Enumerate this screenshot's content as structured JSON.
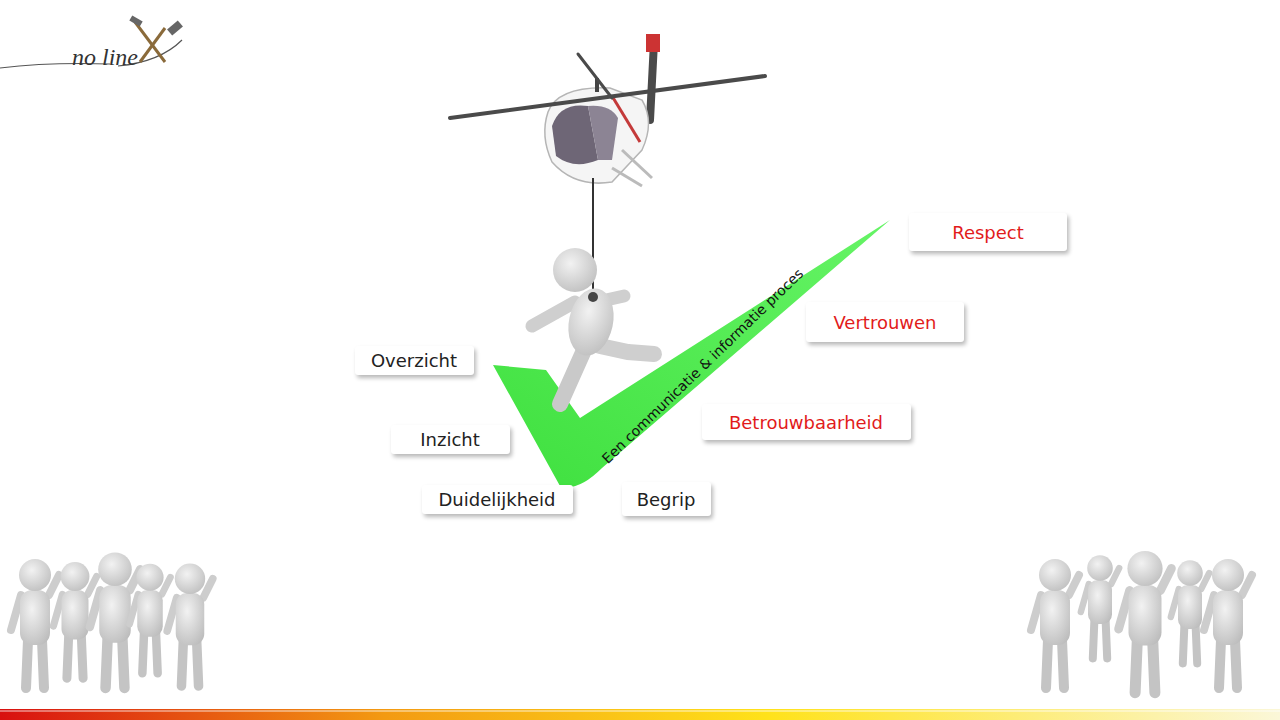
{
  "diagram": {
    "nodes": [
      {
        "text": [
          "Respect"
        ]
      },
      {
        "text": [
          "Vertrouwen"
        ]
      },
      {
        "text": [
          "Overzicht"
        ]
      },
      {
        "text": [
          "Betrouwbaarheid"
        ]
      },
      {
        "text": [
          "Inzicht"
        ]
      },
      {
        "text": [
          "Duidelijkheid"
        ]
      },
      {
        "text": [
          "Begrip"
        ]
      }
    ],
    "labels": [
      "no line",
      "Een communicatie & informatie proces"
    ]
  }
}
